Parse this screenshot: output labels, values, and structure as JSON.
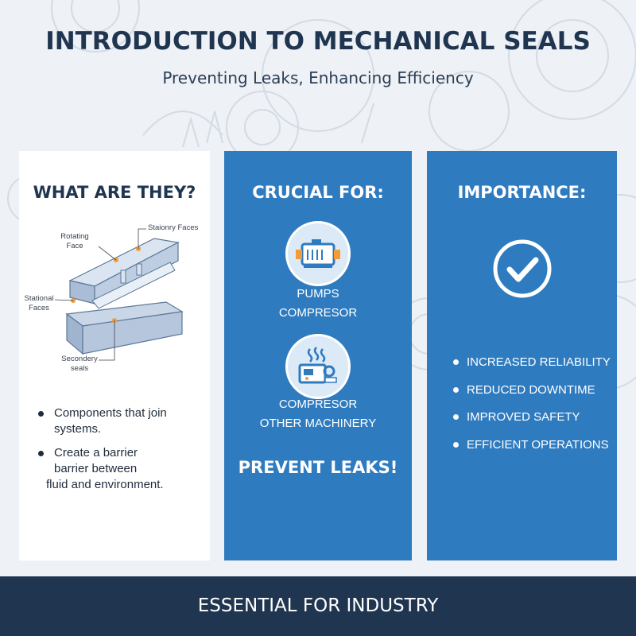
{
  "header": {
    "title": "INTRODUCTION TO MECHANICAL SEALS",
    "subtitle": "Preventing Leaks, Enhancing Efficiency"
  },
  "left_panel": {
    "heading": "WHAT ARE THEY?",
    "diagram_labels": {
      "stationary_faces_top": "Staionry Faces",
      "rotating_face_1": "Rotating",
      "rotating_face_2": "Face",
      "stational_faces_1": "Stational",
      "stational_faces_2": "Faces",
      "secondary_seals_1": "Secondery",
      "secondary_seals_2": "seals"
    },
    "bullets": [
      {
        "line1": "Components that join",
        "line2": "systems.",
        "line3": ""
      },
      {
        "line1": "Create a barrier",
        "line2": "barrier between",
        "line3": "fluid and environment."
      }
    ]
  },
  "middle_panel": {
    "heading": "CRUCIAL FOR:",
    "icon1": "pump-icon",
    "label1_line1": "PUMPS",
    "label1_line2": "COMPRESOR",
    "icon2": "compressor-icon",
    "label2_line1": "COMPRESOR",
    "label2_line2": "OTHER MACHINERY",
    "callout": "PREVENT LEAKS!"
  },
  "right_panel": {
    "heading": "IMPORTANCE:",
    "icon": "checkmark-icon",
    "items": [
      "INCREASED RELIABILITY",
      "REDUCED DOWNTIME",
      "IMPROVED SAFETY",
      "EFFICIENT OPERATIONS"
    ]
  },
  "footer": {
    "text": "ESSENTIAL FOR INDUSTRY"
  },
  "colors": {
    "navy": "#1f3550",
    "panel_blue": "#2f7bbf",
    "background": "#eef1f5",
    "white": "#ffffff",
    "accent_orange": "#f39a3a"
  }
}
